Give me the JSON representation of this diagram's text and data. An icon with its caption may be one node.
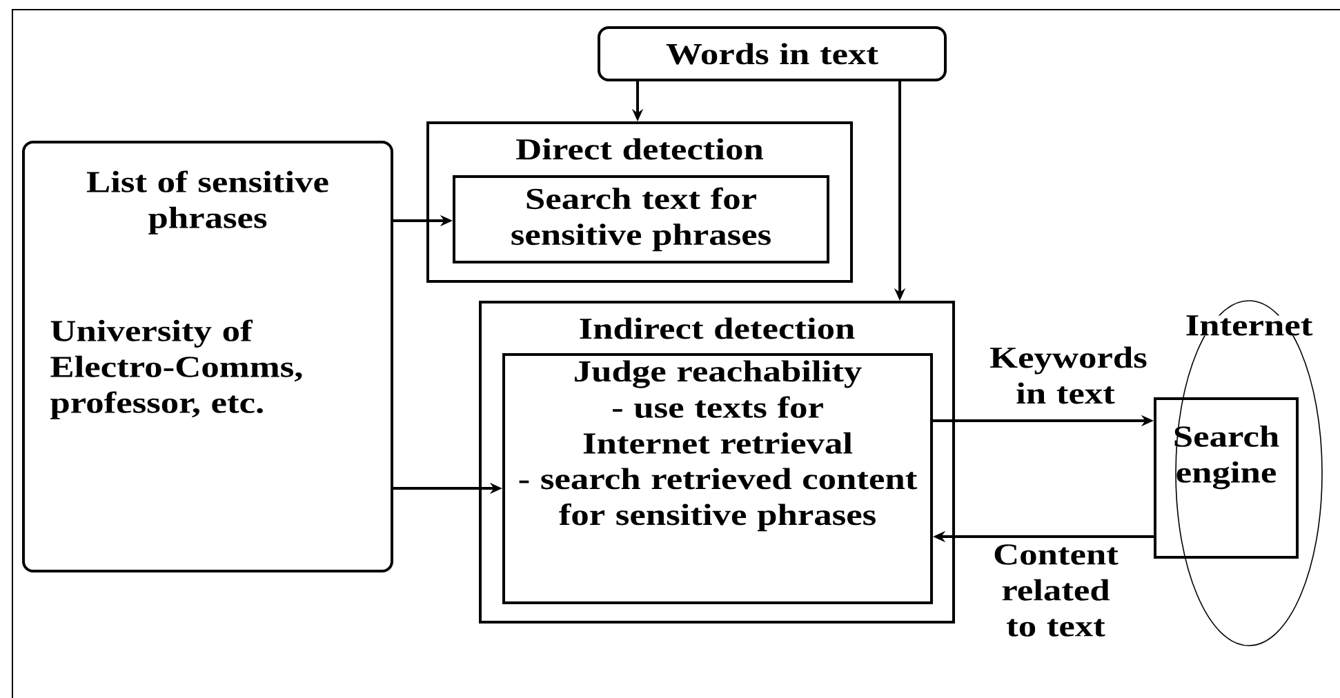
{
  "diagram": {
    "nodes": [
      {
        "text": [
          "Words in text"
        ]
      },
      {
        "text": [
          "Direct detection"
        ]
      },
      {
        "text": [
          "Search text for sensitive phrases"
        ],
        "in": 1
      },
      {
        "text": [
          "List of sensitive phrases",
          "University of Electro-Comms, professor, etc."
        ]
      },
      {
        "text": [
          "Indirect detection"
        ]
      },
      {
        "text": [
          "Judge reachability",
          "- use texts for Internet retrieval",
          "- search retrieved content for sensitive phrases"
        ],
        "in": 4
      },
      {
        "text": [
          "Internet"
        ]
      },
      {
        "text": [
          "Search engine"
        ]
      }
    ],
    "edges": [
      {
        "from": 0,
        "to": 1,
        "arrow": "to"
      },
      {
        "from": 0,
        "to": 4,
        "arrow": "to"
      },
      {
        "from": 3,
        "to": 2,
        "arrow": "to"
      },
      {
        "from": 3,
        "to": 5,
        "arrow": "to"
      },
      {
        "from": 5,
        "to": 7,
        "label": "Keywords in text",
        "arrow": "to"
      },
      {
        "from": 7,
        "to": 5,
        "label": "Content related to text",
        "arrow": "to"
      }
    ]
  }
}
